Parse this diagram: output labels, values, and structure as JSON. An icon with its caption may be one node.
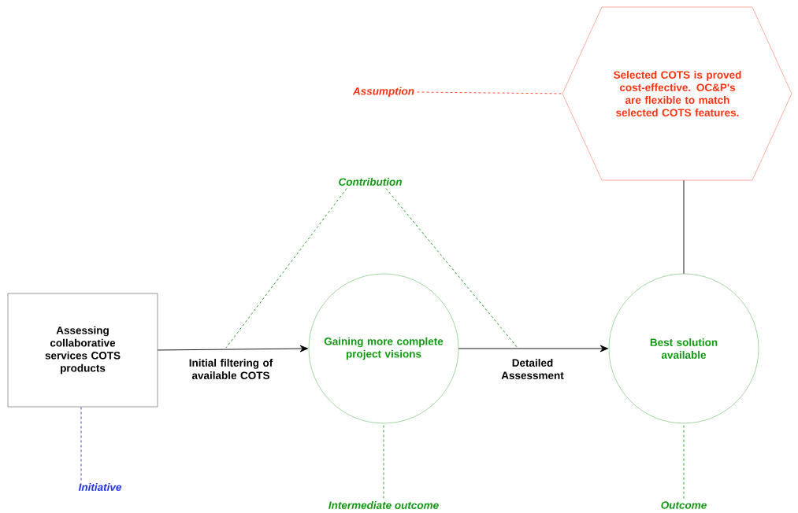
{
  "diagram": {
    "nodes": [
      {
        "text": [
          "Assessing collaborative services COTS products"
        ]
      },
      {
        "text": [
          "Gaining more complete project visions"
        ]
      },
      {
        "text": [
          "Best solution available"
        ]
      },
      {
        "text": [
          "Selected COTS is proved cost-effective. OC&P's are flexible to match selected COTS features."
        ]
      },
      {
        "text": [
          "Initiative"
        ]
      },
      {
        "text": [
          "Intermediate outcome"
        ]
      },
      {
        "text": [
          "Outcome"
        ]
      },
      {
        "text": [
          "Contribution"
        ]
      },
      {
        "text": [
          "Assumption"
        ]
      }
    ],
    "edges": [
      {
        "from": 0,
        "to": 1,
        "arrow": "to",
        "label": "Initial filtering of available COTS",
        "color": "#000000"
      },
      {
        "from": 1,
        "to": 2,
        "arrow": "to",
        "label": "Detailed Assessment",
        "color": "#000000"
      },
      {
        "from": 3,
        "to": 2,
        "arrow": "none",
        "color": "#000000"
      },
      {
        "from": 4,
        "to": 0,
        "arrow": "none",
        "style": "dashed",
        "color": "#2233ee"
      },
      {
        "from": 5,
        "to": 1,
        "arrow": "none",
        "style": "dashed",
        "color": "#119911"
      },
      {
        "from": 6,
        "to": 2,
        "arrow": "none",
        "style": "dashed",
        "color": "#119911"
      },
      {
        "from": 7,
        "to": null,
        "arrow": "none",
        "style": "dashed",
        "color": "#119911"
      },
      {
        "from": 7,
        "to": null,
        "arrow": "none",
        "style": "dashed",
        "color": "#119911"
      },
      {
        "from": 8,
        "to": 3,
        "arrow": "none",
        "style": "dashed",
        "color": "#ff3311"
      }
    ]
  }
}
